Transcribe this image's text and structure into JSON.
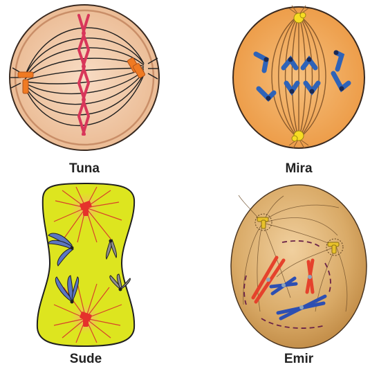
{
  "panels": [
    {
      "label": "Tuna",
      "stage": "metaphase",
      "cell_color": "#f2cfb0",
      "chromosome_color": "#d8365a",
      "centrosome_color": "#f07a22"
    },
    {
      "label": "Mira",
      "stage": "anaphase",
      "cell_color": "#f2a85a",
      "chromosome_color": "#2f63b8",
      "centrosome_color": "#f7dc23"
    },
    {
      "label": "Sude",
      "stage": "telophase",
      "cell_color": "#dde51f",
      "chromosome_colors": [
        "#5c76c2",
        "#8f8f8f"
      ],
      "centrosome_color": "#e5322c"
    },
    {
      "label": "Emir",
      "stage": "prometaphase",
      "cell_color": "#d8a968",
      "chromosome_colors": [
        "#e5422c",
        "#2d4fb2"
      ],
      "centrosome_color": "#e9c22a"
    }
  ]
}
